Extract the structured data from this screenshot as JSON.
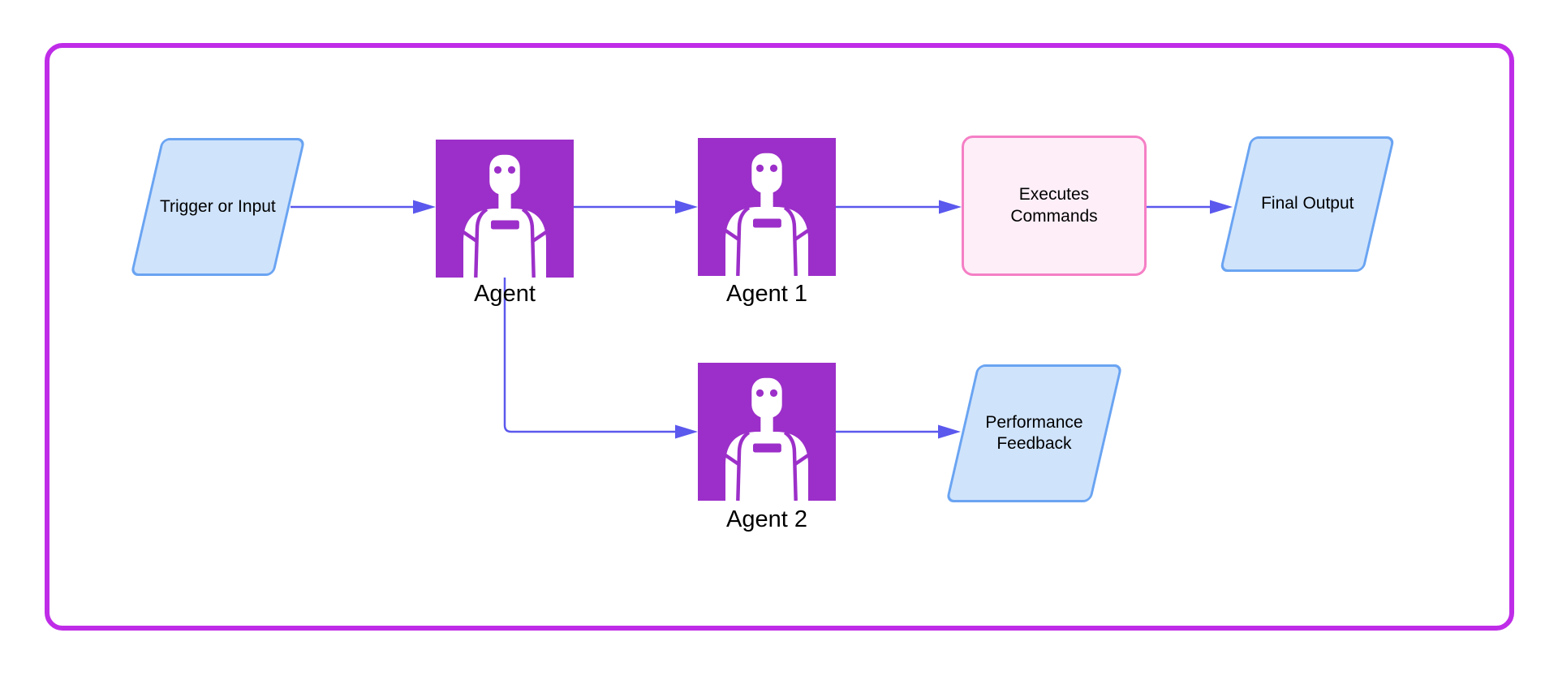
{
  "diagram": {
    "kind": "flowchart",
    "frame_color": "#bf2ce8",
    "connector_color": "#5b58ee",
    "nodes": [
      {
        "id": "trigger-input",
        "shape": "parallelogram",
        "label": "Trigger or Input",
        "fill": "#cfe3fb",
        "border": "#6aa4f2"
      },
      {
        "id": "agent",
        "shape": "robot-icon",
        "label": "Agent",
        "fill": "#9c2fc9"
      },
      {
        "id": "agent-1",
        "shape": "robot-icon",
        "label": "Agent 1",
        "fill": "#9c2fc9"
      },
      {
        "id": "executes-commands",
        "shape": "rounded-rect",
        "label": "Executes Commands",
        "fill": "#fdeef8",
        "border": "#f57fc5"
      },
      {
        "id": "final-output",
        "shape": "parallelogram",
        "label": "Final Output",
        "fill": "#cfe3fb",
        "border": "#6aa4f2"
      },
      {
        "id": "agent-2",
        "shape": "robot-icon",
        "label": "Agent 2",
        "fill": "#9c2fc9"
      },
      {
        "id": "performance-feedback",
        "shape": "parallelogram",
        "label": "Performance Feedback",
        "fill": "#cfe3fb",
        "border": "#6aa4f2"
      }
    ],
    "edges": [
      {
        "from": "trigger-input",
        "to": "agent"
      },
      {
        "from": "agent",
        "to": "agent-1"
      },
      {
        "from": "agent-1",
        "to": "executes-commands"
      },
      {
        "from": "executes-commands",
        "to": "final-output"
      },
      {
        "from": "agent",
        "to": "agent-2"
      },
      {
        "from": "agent-2",
        "to": "performance-feedback"
      }
    ]
  }
}
